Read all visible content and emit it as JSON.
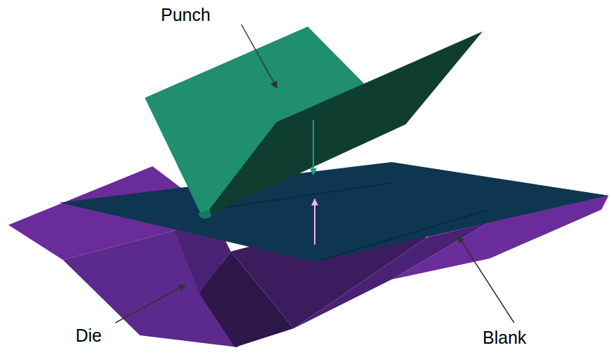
{
  "diagram": {
    "labels": [
      "Punch",
      "Die",
      "Blank"
    ]
  }
}
